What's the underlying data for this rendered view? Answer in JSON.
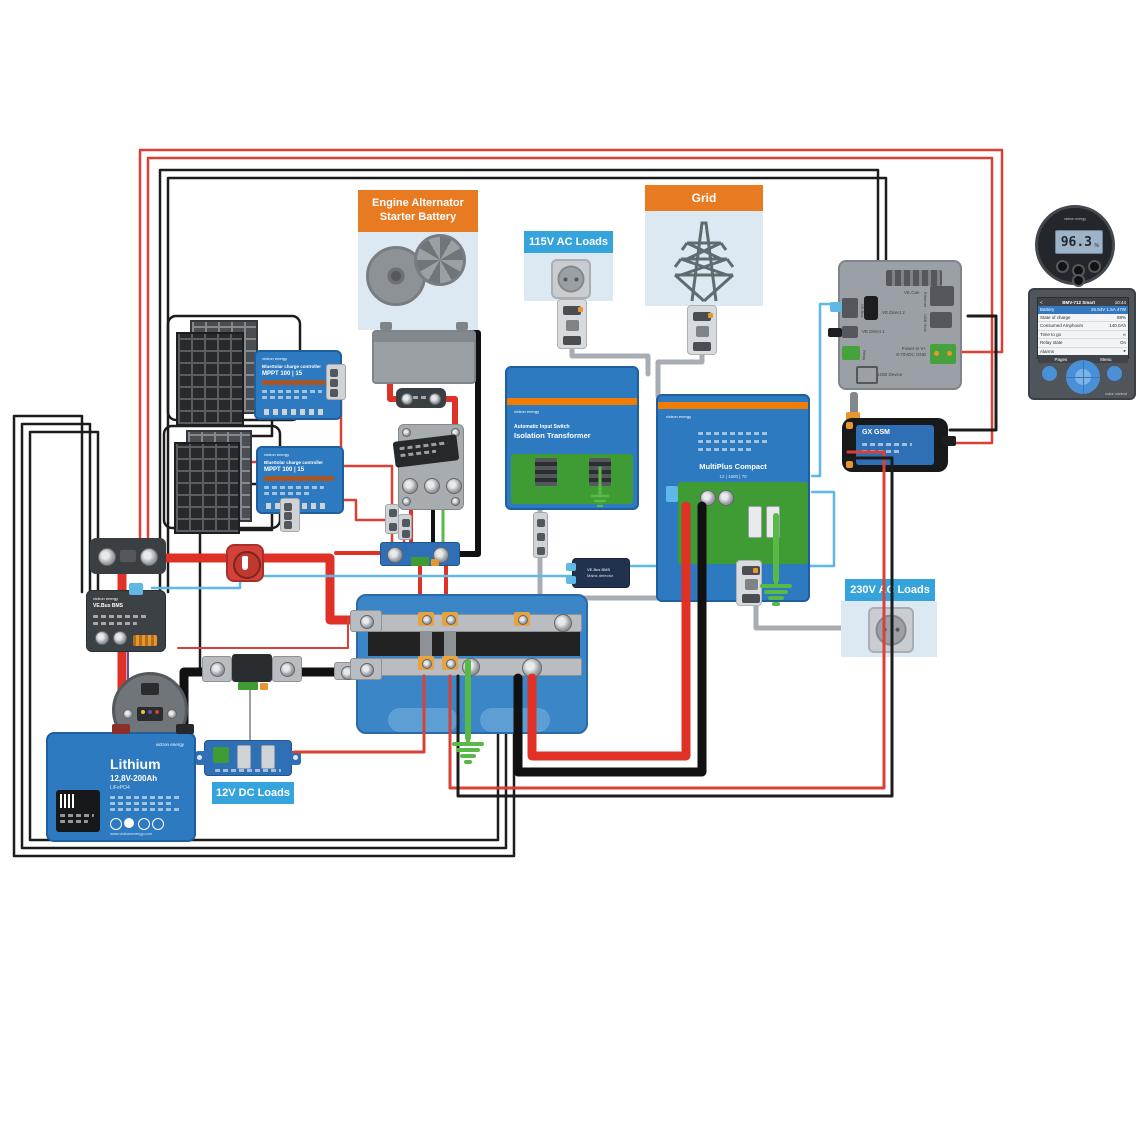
{
  "labels": {
    "engine_line1": "Engine Alternator",
    "engine_line2": "Starter Battery",
    "grid": "Grid",
    "ac115": "115V AC Loads",
    "ac230": "230V AC Loads",
    "dc12": "12V DC Loads"
  },
  "mppt1": {
    "brand": "victron energy",
    "title": "BlueSolar charge controller",
    "model": "MPPT 100 | 15"
  },
  "mppt2": {
    "brand": "victron energy",
    "title": "BlueSolar charge controller",
    "model": "MPPT 100 | 15"
  },
  "isolation_transformer": {
    "brand": "victron energy",
    "line1": "Automatic Input Switch",
    "line2": "Isolation Transformer"
  },
  "multiplus": {
    "brand": "victron energy",
    "model": "MultiPlus Compact",
    "sub": "12 | 1600 | 70"
  },
  "mains_detector": {
    "line1": "VE.Bus BMS",
    "line2": "Mains detector"
  },
  "vebus_bms": {
    "brand": "victron energy",
    "model": "VE.Bus BMS"
  },
  "gx": {
    "vebus": "VE.Bus",
    "vedirect1": "VE.Direct 1",
    "vedirect2": "VE.Direct 2",
    "vecan": "VE.Can",
    "ethernet": "Ethernet",
    "usbhost": "USB Host",
    "relay": "Relay",
    "usbdevice": "USB Device",
    "power1": "Power in V+",
    "power2": "8-70VDC GND"
  },
  "gsm": {
    "model": "GX GSM"
  },
  "bmv": {
    "brand": "victron energy",
    "value": "96.3",
    "unit": "%"
  },
  "ccgx": {
    "back": "<",
    "header": "BMV-712 Smart",
    "time": "10:44",
    "rows": [
      {
        "label": "Battery",
        "value": "26.94V  1.5A  47W"
      },
      {
        "label": "State of charge",
        "value": "88%"
      },
      {
        "label": "Consumed Amphours",
        "value": "140.0Ah"
      },
      {
        "label": "Time to go",
        "value": "∞"
      },
      {
        "label": "Relay state",
        "value": "On"
      },
      {
        "label": "Alarms",
        "value": "▸"
      }
    ],
    "footer_left": "Pages",
    "footer_right": "Menu",
    "brand": "color control"
  },
  "lithium": {
    "brand": "victron energy",
    "title": "Lithium",
    "capacity": "12,8V-200Ah",
    "chem": "LiFePO4",
    "site": "www.victronenergy.com"
  }
}
